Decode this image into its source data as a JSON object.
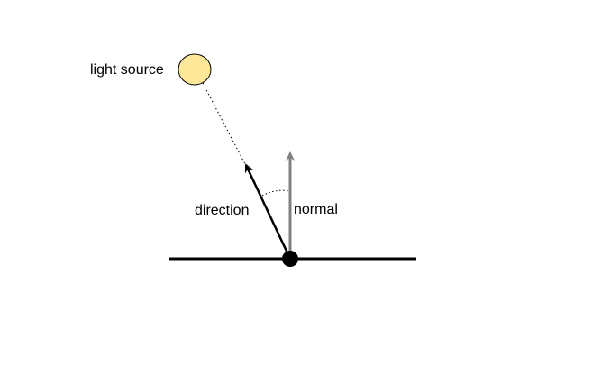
{
  "labels": {
    "light_source": "light source",
    "direction": "direction",
    "normal": "normal"
  },
  "colors": {
    "light_fill": "#fde89a",
    "direction_arrow": "#000000",
    "normal_arrow": "#808080",
    "surface": "#000000"
  },
  "icons": {
    "light_source": "sun-circle",
    "contact_point": "filled-circle"
  }
}
